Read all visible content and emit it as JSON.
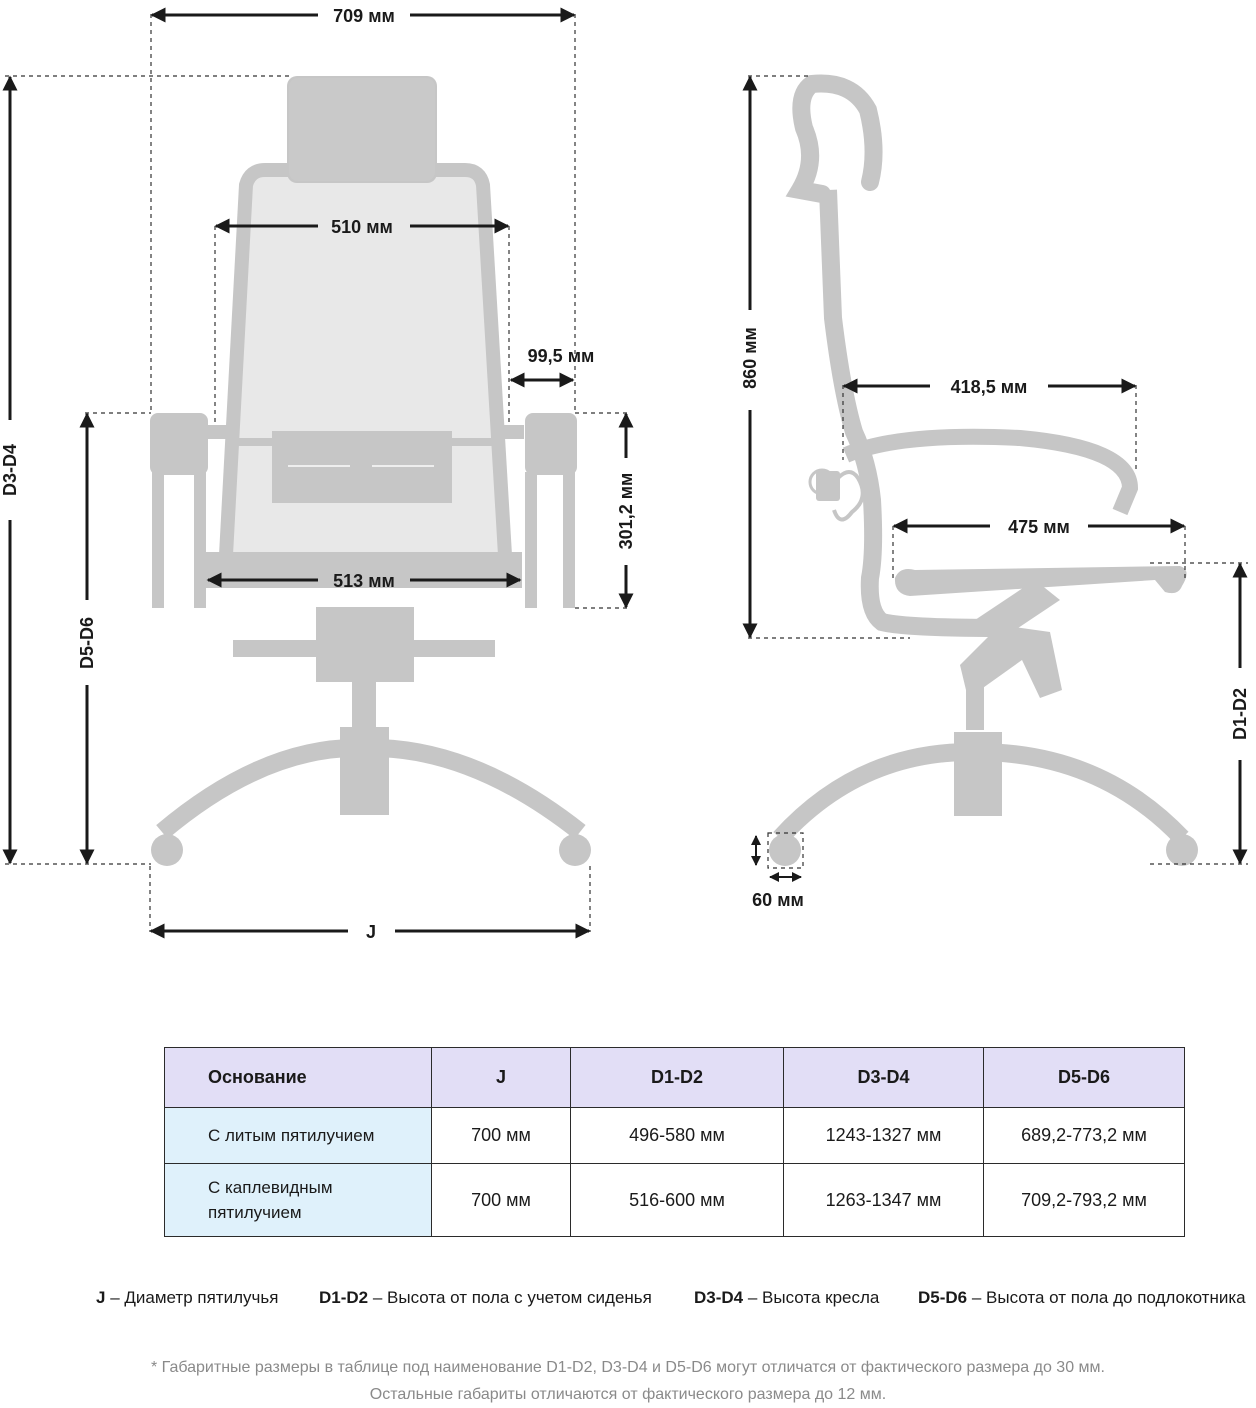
{
  "dimensions": {
    "overall_width": "709 мм",
    "back_width": "510 мм",
    "armrest_width": "99,5 мм",
    "armrest_height": "301,2 мм",
    "seat_width": "513 мм",
    "d3_d4": "D3-D4",
    "d5_d6": "D5-D6",
    "base_j": "J",
    "back_height": "860 мм",
    "seat_depth_upper": "418,5 мм",
    "seat_depth_lower": "475 мм",
    "d1_d2": "D1-D2",
    "wheel": "60 мм"
  },
  "table": {
    "headers": [
      "Основание",
      "J",
      "D1-D2",
      "D3-D4",
      "D5-D6"
    ],
    "rows": [
      {
        "base_line1": "С литым пятилучием",
        "base_line2": "",
        "j": "700 мм",
        "d1_d2": "496-580 мм",
        "d3_d4": "1243-1327 мм",
        "d5_d6": "689,2-773,2 мм"
      },
      {
        "base_line1": "С каплевидным",
        "base_line2": "пятилучием",
        "j": "700 мм",
        "d1_d2": "516-600 мм",
        "d3_d4": "1263-1347 мм",
        "d5_d6": "709,2-793,2 мм"
      }
    ]
  },
  "legend": [
    {
      "key": "J",
      "desc": " – Диаметр пятилучья"
    },
    {
      "key": "D1-D2",
      "desc": " – Высота от пола с учетом сиденья"
    },
    {
      "key": "D3-D4",
      "desc": " – Высота кресла"
    },
    {
      "key": "D5-D6",
      "desc": " – Высота от пола до подлокотника"
    }
  ],
  "notes": {
    "line1": "* Габаритные размеры в таблице под наименование D1-D2, D3-D4 и D5-D6 могут отличатся от фактического размера до 30 мм.",
    "line2": "Остальные габариты отличаются от фактического размера до 12 мм."
  },
  "colors": {
    "chair": "#c6c6c6",
    "header_bg": "#e2def6",
    "first_col_bg": "#dff1fb",
    "note_text": "#8a8a8a"
  }
}
